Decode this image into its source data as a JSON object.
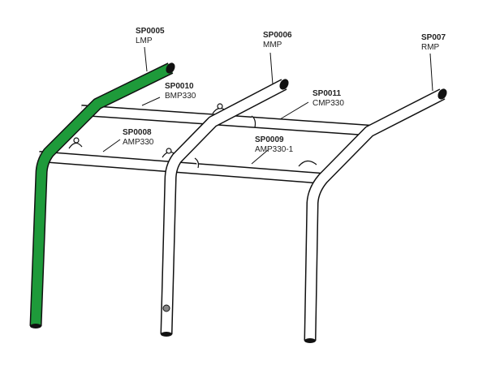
{
  "parts": [
    {
      "code": "SP0005",
      "name": "LMP"
    },
    {
      "code": "SP0006",
      "name": "MMP"
    },
    {
      "code": "SP007",
      "name": "RMP"
    },
    {
      "code": "SP0010",
      "name": "BMP330"
    },
    {
      "code": "SP0011",
      "name": "CMP330"
    },
    {
      "code": "SP0008",
      "name": "AMP330"
    },
    {
      "code": "SP0009",
      "name": "AMP330-1"
    }
  ],
  "colors": {
    "highlight": "#1e9a3a",
    "outline": "#111111",
    "tube": "#ffffff"
  }
}
